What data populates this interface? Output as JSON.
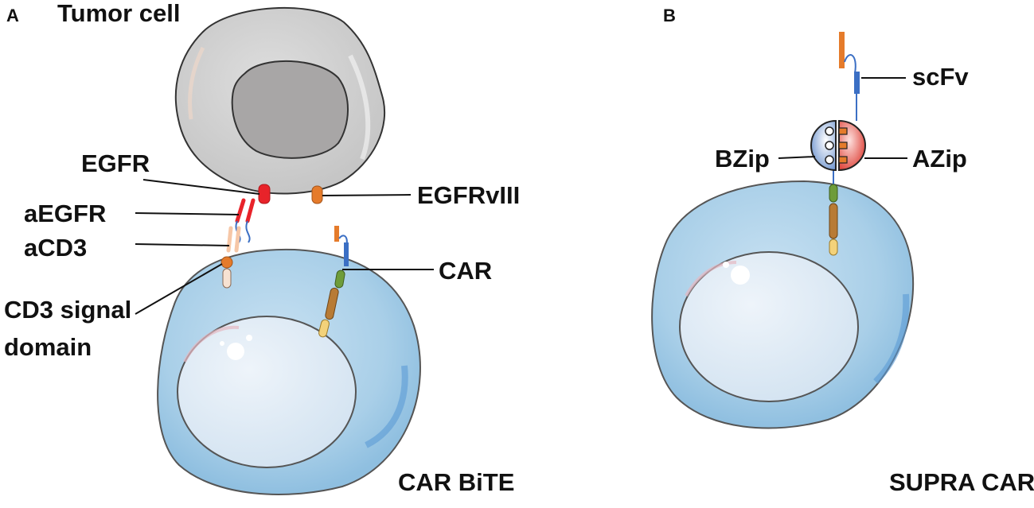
{
  "panel_a": {
    "letter": "A",
    "tumor_label": "Tumor cell",
    "labels": {
      "egfr": "EGFR",
      "egfrviii": "EGFRvIII",
      "aegfr": "aEGFR",
      "acd3": "aCD3",
      "car": "CAR",
      "cd3_line1": "CD3 signal",
      "cd3_line2": "domain"
    },
    "caption": "CAR BiTE"
  },
  "panel_b": {
    "letter": "B",
    "labels": {
      "scfv": "scFv",
      "bzip": "BZip",
      "azip": "AZip"
    },
    "caption": "SUPRA CAR"
  },
  "colors": {
    "tcell_outer": "#a9cfe8",
    "tcell_inner": "#dbe8f3",
    "tumor_outer": "#d2d2d2",
    "tumor_nucleus": "#a8a6a6",
    "egfr_red": "#e8232a",
    "orange": "#e57b2b",
    "blue_domain": "#3b6fc4",
    "green_domain": "#6e9c3a",
    "brown_domain": "#b87b35",
    "yellow_domain": "#f3d27a"
  }
}
